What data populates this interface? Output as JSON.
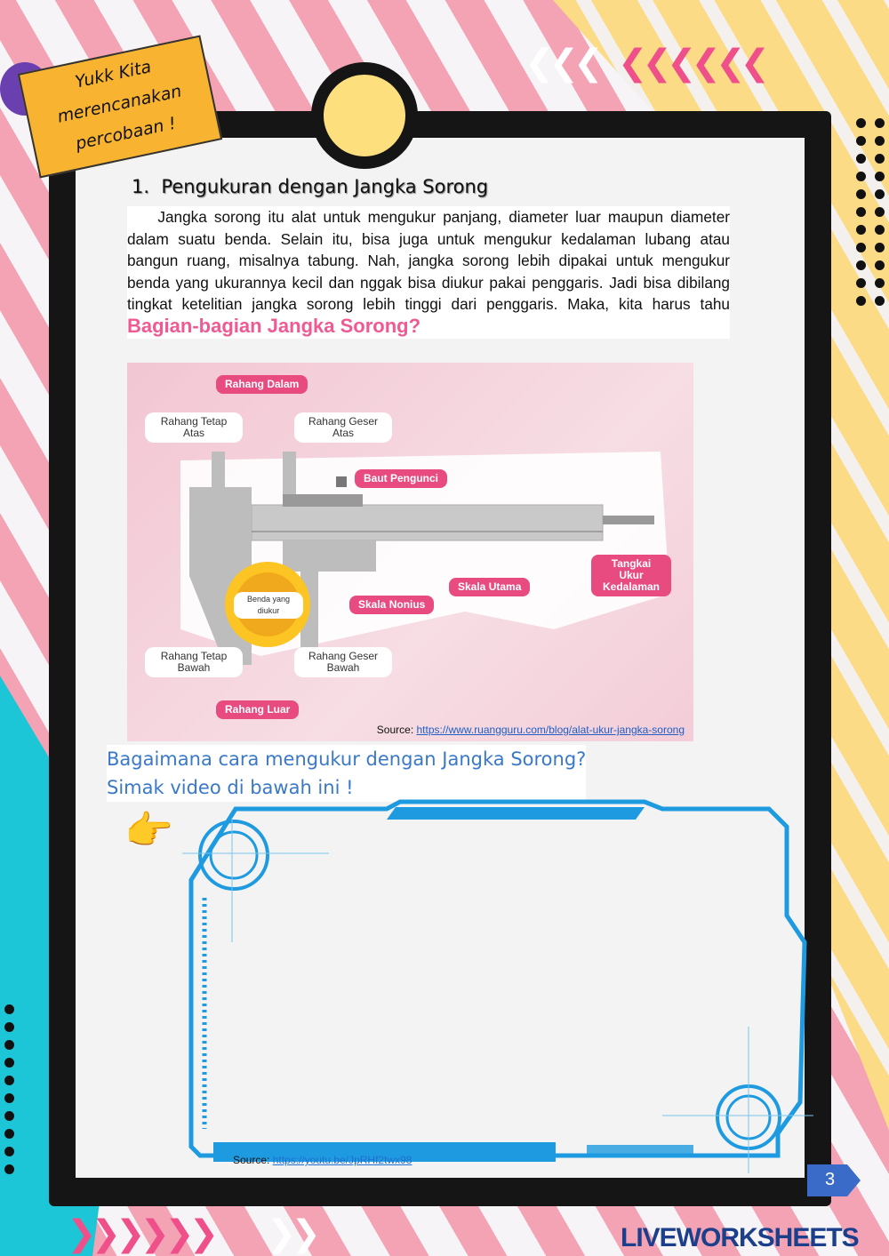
{
  "banner": {
    "line1": "Yukk Kita",
    "line2": "merencanakan",
    "line3": "percobaan !"
  },
  "section": {
    "number": "1.",
    "title": "Pengukuran dengan Jangka Sorong"
  },
  "paragraph": {
    "text": "Jangka sorong itu alat untuk mengukur panjang, diameter luar maupun diameter dalam suatu benda. Selain itu, bisa juga untuk mengukur kedalaman lubang atau bangun ruang, misalnya tabung. Nah, jangka sorong lebih dipakai untuk mengukur benda yang ukurannya kecil dan nggak bisa diukur pakai penggaris. Jadi bisa dibilang tingkat ketelitian jangka sorong lebih tinggi dari penggaris. Maka, kita harus tahu",
    "highlight": "Bagian-bagian Jangka Sorong?"
  },
  "diagram": {
    "labels": {
      "rahang_dalam": "Rahang Dalam",
      "rahang_tetap_atas": "Rahang Tetap Atas",
      "rahang_geser_atas": "Rahang Geser Atas",
      "baut_pengunci": "Baut Pengunci",
      "tangkai": "Tangkai Ukur Kedalaman",
      "skala_utama": "Skala Utama",
      "skala_nonius": "Skala Nonius",
      "benda": "Benda yang diukur",
      "rahang_tetap_bawah": "Rahang Tetap Bawah",
      "rahang_geser_bawah": "Rahang Geser Bawah",
      "rahang_luar": "Rahang Luar"
    },
    "source_label": "Source:",
    "source_url": "https://www.ruangguru.com/blog/alat-ukur-jangka-sorong"
  },
  "question": {
    "line1": "Bagaimana cara mengukur dengan Jangka Sorong?",
    "line2": "Simak video di bawah ini !"
  },
  "video": {
    "source_label": "Source:",
    "source_url": "https://youtu.be/JpRHf2twx98"
  },
  "page_number": "3",
  "logo": "LIVEWORKSHEETS",
  "colors": {
    "accent_pink": "#ef5a93",
    "label_pink": "#e84b7f",
    "cyan": "#1dc6d6",
    "yellow": "#fbdb86",
    "frame_blue": "#1e9be0"
  }
}
